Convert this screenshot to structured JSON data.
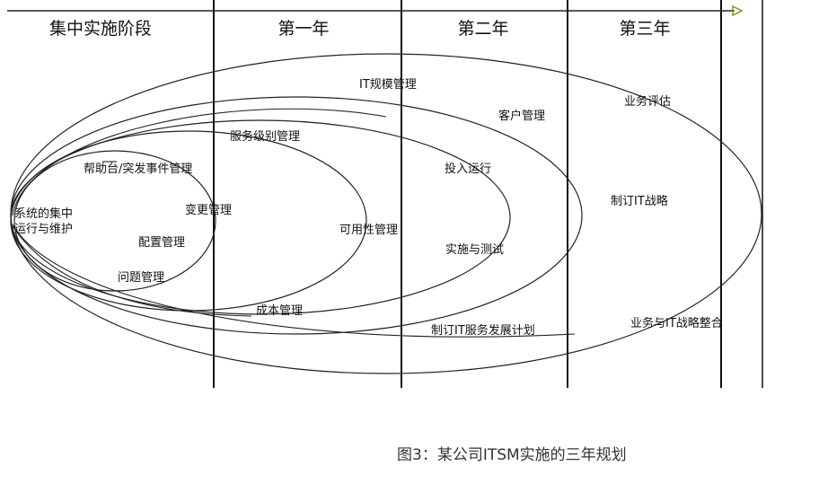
{
  "phases": [
    "集中实施阶段",
    "第一年",
    "第二年",
    "第三年"
  ],
  "nodes": {
    "core": [
      "系统的集中",
      "运行与维护"
    ],
    "helpdesk": "帮助台/突发事件管理",
    "change": "变更管理",
    "config": "配置管理",
    "problem": "问题管理",
    "slm": "服务级别管理",
    "availability": "可用性管理",
    "cost": "成本管理",
    "deploy": "投入运行",
    "test": "实施与测试",
    "service_plan": "制订IT服务发展计划",
    "customer": "客户管理",
    "itscale": "IT规模管理",
    "biz_eval": "业务评估",
    "it_strategy": "制订IT战略",
    "alignment": "业务与IT战略整合"
  },
  "caption": "图3：某公司ITSM实施的三年规划"
}
